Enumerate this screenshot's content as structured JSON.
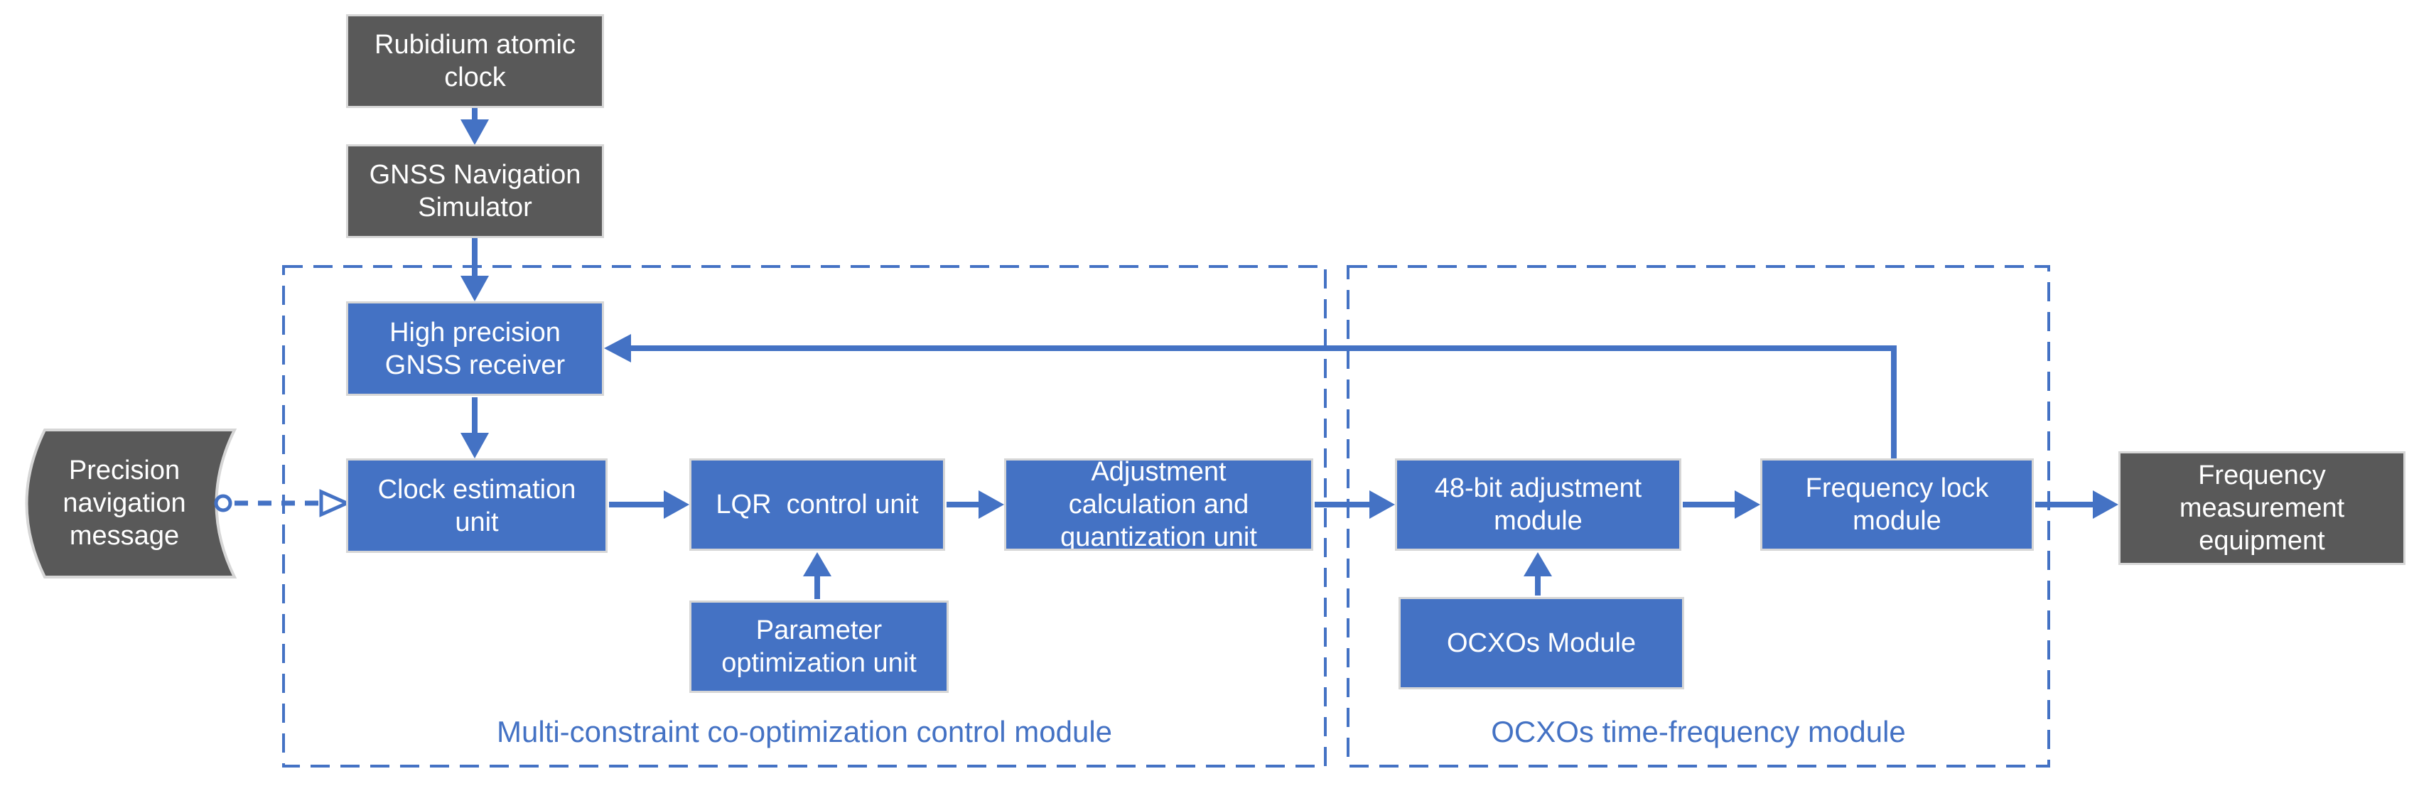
{
  "colors": {
    "accent_blue": "#4472C4",
    "dark_gray": "#595959",
    "border_gray": "#D6D6D6",
    "text_white": "#FFFFFF",
    "background": "#FFFFFF"
  },
  "nodes": {
    "rubidium_clock": {
      "label": "Rubidium atomic\nclock"
    },
    "gnss_simulator": {
      "label": "GNSS Navigation\nSimulator"
    },
    "gnss_receiver": {
      "label": "High precision\nGNSS receiver"
    },
    "precision_message": {
      "label": "Precision\nnavigation\nmessage"
    },
    "clock_estimation": {
      "label": "Clock estimation\nunit"
    },
    "lqr_control": {
      "label": "LQR  control unit"
    },
    "adjustment_unit": {
      "label": "Adjustment\ncalculation and\nquantization unit"
    },
    "parameter_optimization": {
      "label": "Parameter\noptimization unit"
    },
    "bit48_adjustment": {
      "label": "48-bit adjustment\nmodule"
    },
    "frequency_lock": {
      "label": "Frequency lock\nmodule"
    },
    "ocxos_module": {
      "label": "OCXOs Module"
    },
    "frequency_measurement": {
      "label": "Frequency\nmeasurement\nequipment"
    }
  },
  "modules": {
    "control_module": {
      "label": "Multi-constraint co-optimization control module"
    },
    "ocxo_module": {
      "label": "OCXOs time-frequency module"
    }
  }
}
